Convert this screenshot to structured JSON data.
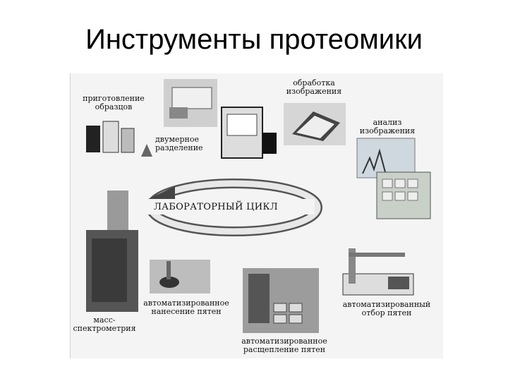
{
  "title": "Инструменты протеомики",
  "diagram": {
    "cycle_label": "ЛАБОРАТОРНЫЙ ЦИКЛ",
    "steps": [
      {
        "line1": "приготовление",
        "line2": "образцов"
      },
      {
        "line1": "двумерное",
        "line2": "разделение"
      },
      {
        "line1": "обработка",
        "line2": "изображения"
      },
      {
        "line1": "анализ",
        "line2": "изображения"
      },
      {
        "line1": "автоматизированный",
        "line2": "отбор пятен"
      },
      {
        "line1": "автоматизированное",
        "line2": "расщепление пятен"
      },
      {
        "line1": "автоматизированное",
        "line2": "нанесение пятен"
      },
      {
        "line1": "масс-",
        "line2": "спектрометрия"
      }
    ]
  }
}
